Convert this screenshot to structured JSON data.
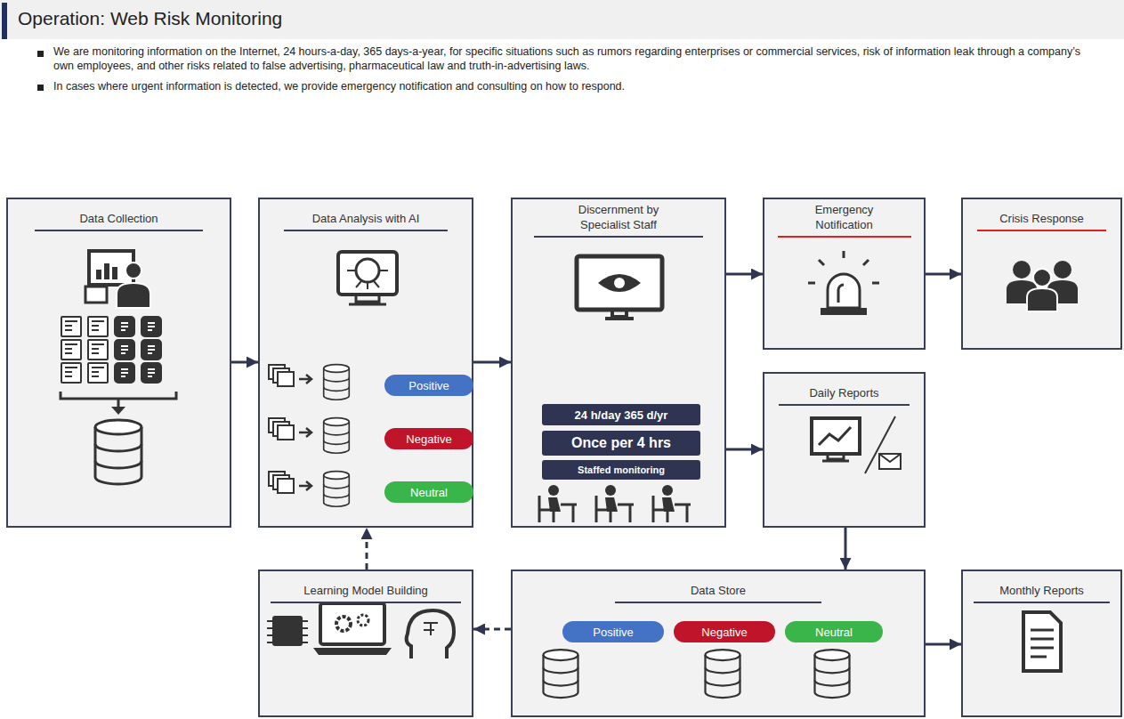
{
  "diagram": {
    "title": "Operation: Web Risk Monitoring",
    "nodes": [
      {
        "text": [
          "Data Collection"
        ]
      },
      {
        "text": [
          "Data Analysis with AI"
        ]
      },
      {
        "text": [
          "Positive"
        ],
        "in": 1
      },
      {
        "text": [
          "Negative"
        ],
        "in": 1
      },
      {
        "text": [
          "Neutral"
        ],
        "in": 1
      },
      {
        "text": [
          "Discernment by Specialist Staff"
        ]
      },
      {
        "text": [
          "24 h/day 365 d/yr"
        ],
        "in": 5
      },
      {
        "text": [
          "Once per 4 hrs"
        ],
        "in": 5
      },
      {
        "text": [
          "Staffed monitoring"
        ],
        "in": 5
      },
      {
        "text": [
          "Emergency Notification"
        ]
      },
      {
        "text": [
          "Crisis Response"
        ]
      },
      {
        "text": [
          "Daily Reports"
        ]
      },
      {
        "text": [
          "Learning Model Building"
        ]
      },
      {
        "text": [
          "Data Store"
        ]
      },
      {
        "text": [
          "Positive"
        ],
        "in": 13
      },
      {
        "text": [
          "Negative"
        ],
        "in": 13
      },
      {
        "text": [
          "Neutral"
        ],
        "in": 13
      },
      {
        "text": [
          "Monthly Reports"
        ]
      }
    ],
    "edges": [
      {
        "from": 0,
        "to": 1,
        "arrow": "to"
      },
      {
        "from": 1,
        "to": 5,
        "arrow": "to"
      },
      {
        "from": 5,
        "to": 9,
        "arrow": "to"
      },
      {
        "from": 9,
        "to": 10,
        "arrow": "to"
      },
      {
        "from": 5,
        "to": 11,
        "arrow": "to"
      },
      {
        "from": 11,
        "to": 13,
        "arrow": "to"
      },
      {
        "from": 13,
        "to": 17,
        "arrow": "to"
      },
      {
        "from": 13,
        "to": 12,
        "arrow": "to"
      },
      {
        "from": 12,
        "to": 1,
        "arrow": "to"
      }
    ],
    "labels": [
      "We are monitoring information on the Internet, 24 hours-a-day, 365 days-a-year, for specific situations such as rumors regarding enterprises or commercial services, risk of information leak through a company’s own employees, and other risks related to false advertising, pharmaceutical law and truth-in-advertising laws.",
      "In cases where urgent information is detected, we provide emergency notification and consulting on how to respond."
    ]
  }
}
